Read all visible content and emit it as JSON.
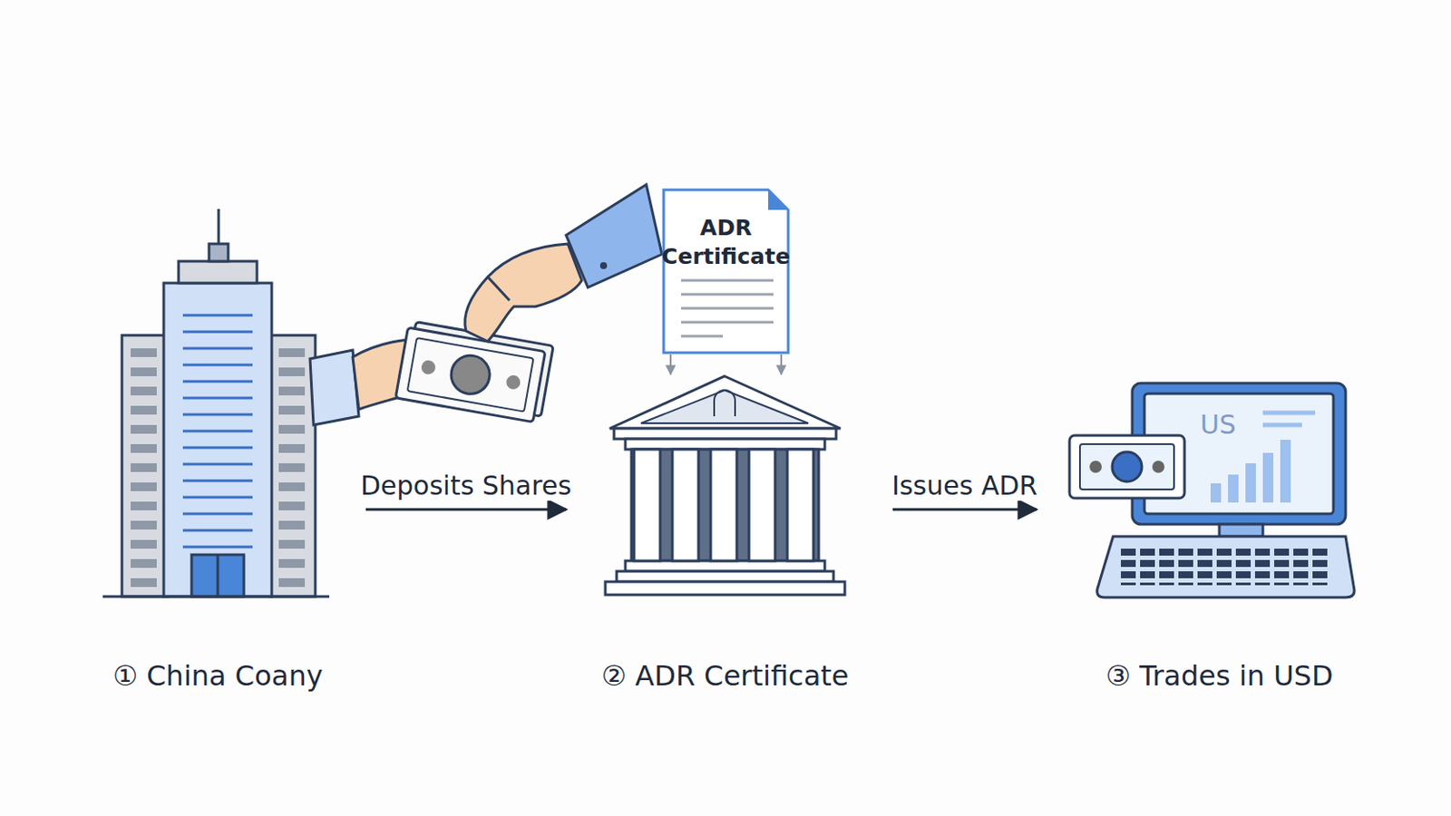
{
  "diagram": {
    "nodes": [
      {
        "text": [
          "① China Coany"
        ]
      },
      {
        "text": [
          "ADR Certificate"
        ]
      },
      {
        "text": [
          "② ADR Certificate"
        ]
      },
      {
        "text": [
          "③ Trades in USD"
        ]
      }
    ],
    "edges": [
      {
        "from": 0,
        "to": 2,
        "label": "Deposits Shares",
        "arrow": "to"
      },
      {
        "from": 1,
        "to": 2,
        "arrow": "to"
      },
      {
        "from": 2,
        "to": 3,
        "label": "Issues ADR",
        "arrow": "to"
      }
    ],
    "labels": [
      "US"
    ]
  }
}
